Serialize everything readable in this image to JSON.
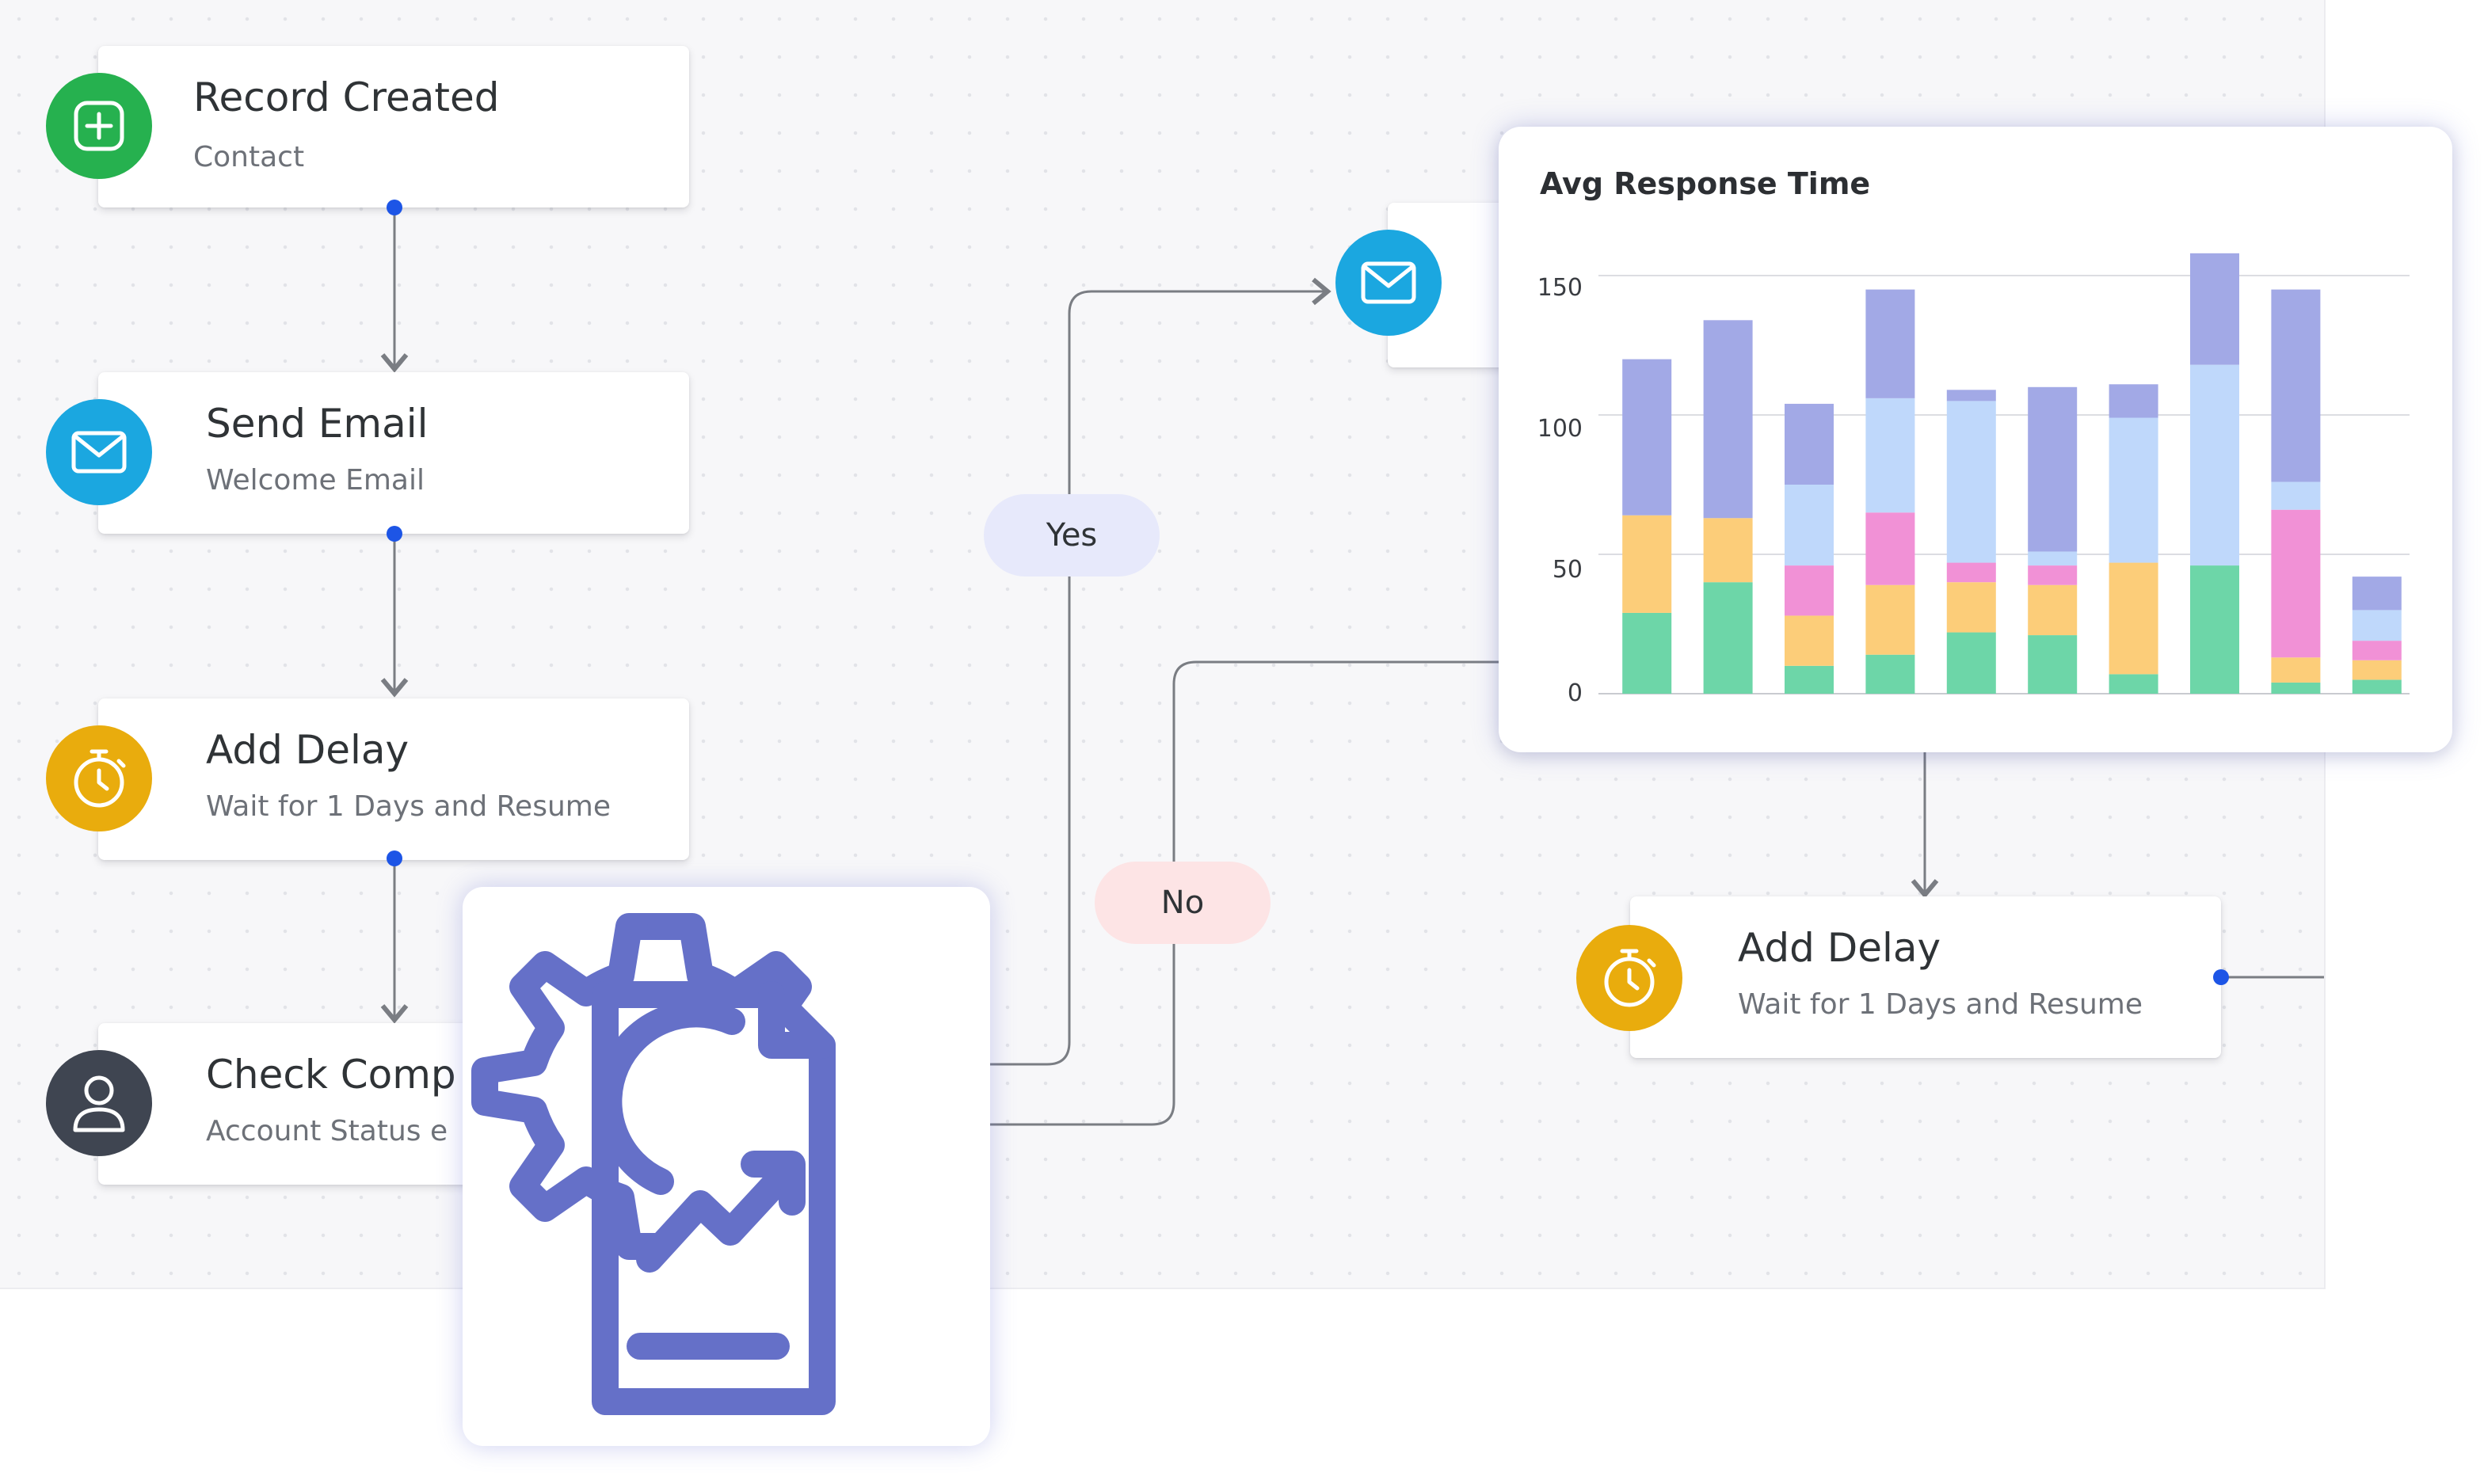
{
  "workflow": {
    "nodes": [
      {
        "title": "Record Created",
        "subtitle": "Contact",
        "icon": "plus-square-icon",
        "color": "#26b14f"
      },
      {
        "title": "Send Email",
        "subtitle": "Welcome Email",
        "icon": "envelope-icon",
        "color": "#1ba7e0"
      },
      {
        "title": "Add Delay",
        "subtitle": "Wait for 1 Days and Resume",
        "icon": "stopwatch-icon",
        "color": "#e9ac0d"
      },
      {
        "title": "Check Comp",
        "subtitle": "Account Status e",
        "icon": "user-icon",
        "color": "#3f4551"
      },
      {
        "title": "Add Delay",
        "subtitle": "Wait for 1 Days and Resume",
        "icon": "stopwatch-icon",
        "color": "#e9ac0d"
      }
    ],
    "branch_yes": "Yes",
    "branch_no": "No",
    "envelope_node_icon": "envelope-icon",
    "connector_color": "#7a7d83",
    "dot_color": "#1d55e6"
  },
  "overlay_icon": {
    "name": "settings-report-icon",
    "color": "#6570c8"
  },
  "chart_data": {
    "type": "bar",
    "stacked": true,
    "title": "Avg Response Time",
    "ylim": [
      0,
      160
    ],
    "yticks": [
      0,
      50,
      100,
      150
    ],
    "grid": true,
    "series": [
      {
        "color": "#6dd6a8",
        "values": [
          29,
          40,
          10,
          14,
          22,
          21,
          7,
          46,
          4,
          5
        ]
      },
      {
        "color": "#fccd79",
        "values": [
          35,
          23,
          18,
          25,
          18,
          18,
          40,
          0,
          9,
          7
        ]
      },
      {
        "color": "#f191d6",
        "values": [
          0,
          0,
          18,
          26,
          7,
          7,
          0,
          0,
          53,
          7
        ]
      },
      {
        "color": "#bfd8fb",
        "values": [
          0,
          0,
          29,
          41,
          58,
          5,
          52,
          72,
          10,
          11
        ]
      },
      {
        "color": "#a2a9e6",
        "values": [
          56,
          71,
          29,
          39,
          4,
          59,
          12,
          40,
          69,
          12
        ]
      }
    ]
  }
}
